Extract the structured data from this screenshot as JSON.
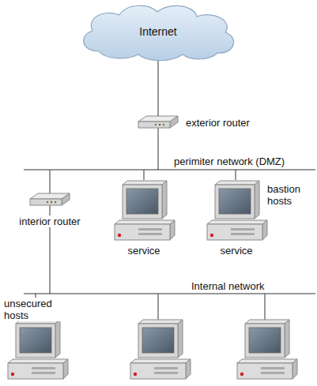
{
  "diagram": {
    "nodes": [
      {
        "text": [
          "Internet"
        ]
      },
      {
        "text": [
          "exterior router"
        ]
      },
      {
        "text": [
          "interior router"
        ]
      },
      {
        "text": [
          "service"
        ]
      },
      {
        "text": [
          "service"
        ]
      }
    ],
    "edges": [
      {
        "from": 0,
        "to": 1,
        "arrow": "none"
      }
    ],
    "labels": [
      "perimiter network (DMZ)",
      "bastion hosts",
      "Internal network",
      "unsecured hosts"
    ]
  }
}
